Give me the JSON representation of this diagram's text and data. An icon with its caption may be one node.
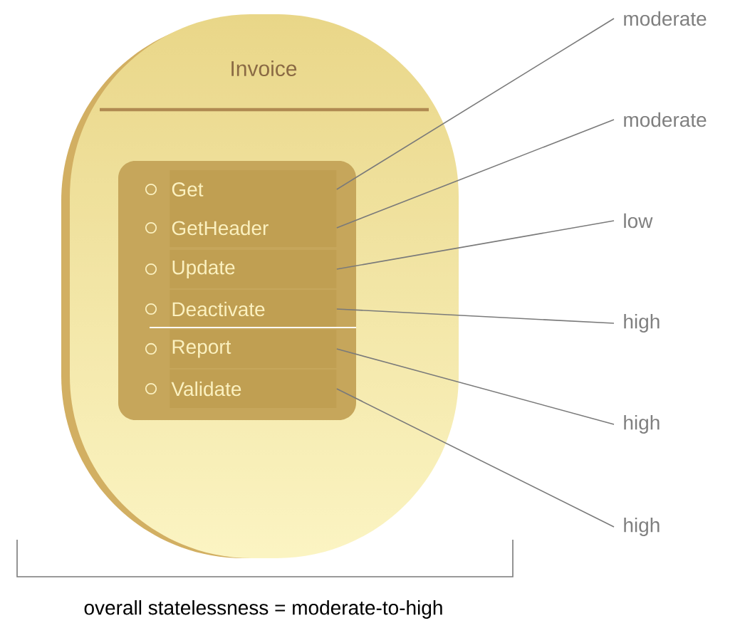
{
  "diagram": {
    "nodes": [
      {
        "text": [
          "Invoice"
        ]
      },
      {
        "text": [],
        "shape": "box",
        "in": 0
      },
      {
        "text": [
          "Get"
        ],
        "in": 1
      },
      {
        "text": [
          "GetHeader"
        ],
        "in": 1
      },
      {
        "text": [
          "Update"
        ],
        "in": 1
      },
      {
        "text": [
          "Deactivate"
        ],
        "in": 1
      },
      {
        "text": [
          "Report"
        ],
        "in": 1
      },
      {
        "text": [
          "Validate"
        ],
        "in": 1
      },
      {
        "text": [
          "moderate"
        ]
      },
      {
        "text": [
          "moderate"
        ]
      },
      {
        "text": [
          "low"
        ]
      },
      {
        "text": [
          "high"
        ]
      },
      {
        "text": [
          "high"
        ]
      },
      {
        "text": [
          "high"
        ]
      }
    ],
    "edges": [
      {
        "from": 8,
        "to": 2,
        "arrow": "none"
      },
      {
        "from": 9,
        "to": 3,
        "arrow": "none"
      },
      {
        "from": 10,
        "to": 4,
        "arrow": "none"
      },
      {
        "from": 11,
        "to": 5,
        "arrow": "none"
      },
      {
        "from": 12,
        "to": 6,
        "arrow": "none"
      },
      {
        "from": 13,
        "to": 7,
        "arrow": "none"
      }
    ],
    "labels": [
      "overall statelessness = moderate-to-high"
    ]
  }
}
